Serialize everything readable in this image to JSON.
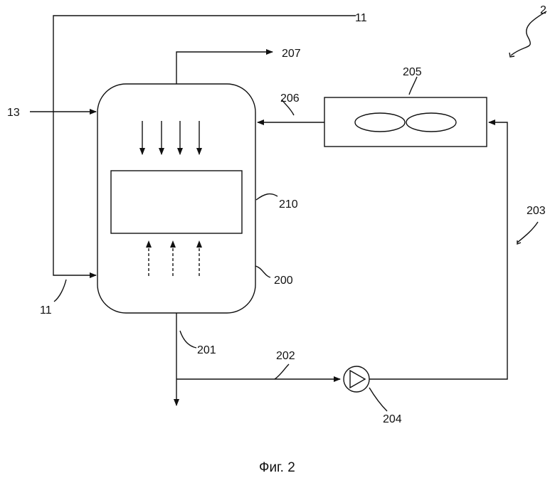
{
  "labels": {
    "system": "2",
    "stream_in_top": "11",
    "stream_in_bottom": "11",
    "stream_in_side": "13",
    "overhead": "207",
    "return_line": "206",
    "heat_exchanger": "205",
    "internal": "210",
    "loop": "203",
    "vessel": "200",
    "bottom_outlet": "201",
    "pump_suction": "202",
    "pump": "204"
  },
  "caption": "Фиг. 2"
}
